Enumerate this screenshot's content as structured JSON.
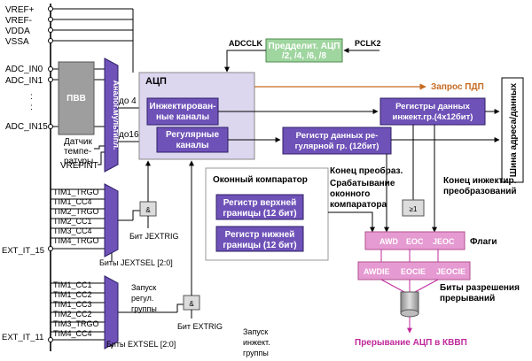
{
  "colors": {
    "purple": "#6f52b8",
    "lavender": "#dcd6ef",
    "green": "#9fd59f",
    "pink": "#e69ad2",
    "magenta": "#c0289b",
    "orange_text": "#c76a20",
    "gray": "#9e9e9e"
  },
  "pins": {
    "vref_plus": "VREF+",
    "vref_minus": "VREF-",
    "vdda": "VDDA",
    "vssa": "VSSA",
    "adc_in0": "ADC_IN0",
    "adc_in1": "ADC_IN1",
    "dots": ":",
    "adc_in15": "ADC_IN15",
    "ext_it_15": "EXT_IT_15",
    "ext_it_11": "EXT_IT_11"
  },
  "blocks": {
    "pvv": "ПВВ",
    "mux_label": "Аналог.мультипл.",
    "sensor_label": [
      "Датчик",
      "темпе-",
      "ратуры"
    ],
    "vrefint": "VREFINT",
    "up_to_4": "до 4",
    "up_to_16": "до16",
    "adc": "АЦП",
    "inj_channels": [
      "Инжектирован-",
      "ные каналы"
    ],
    "reg_channels": [
      "Регулярные",
      "каналы"
    ],
    "adcclk": "ADCCLK",
    "pclk2": "PCLK2",
    "prescaler": [
      "Предделит. АЦП",
      "/2, /4, /6, /8"
    ],
    "dma_request": "Запрос ПДП",
    "inj_data_reg": [
      "Регистры данных",
      "инжект.гр.(4х12бит)"
    ],
    "reg_data_reg": [
      "Регистр данных ре-",
      "гулярной гр. (12бит)"
    ],
    "bus": "Шина адреса/данных",
    "window_comparator": "Оконный компаратор",
    "upper_threshold": [
      "Регистр верхней",
      "границы (12 бит)"
    ],
    "lower_threshold": [
      "Регистр нижней",
      "границы (12 бит)"
    ],
    "end_of_conversion": "Конец преобраз.",
    "watchdog_trigger": [
      "Срабатывание",
      "оконного",
      "компаратора"
    ],
    "end_injected": [
      "Конец инжектир.",
      "преобразований"
    ],
    "flags_title": "Флаги",
    "flags": [
      "AWD",
      "EOC",
      "JEOC"
    ],
    "irq_enable_bits": [
      "AWDIE",
      "EOCIE",
      "JEOCIE"
    ],
    "irq_enable_label": [
      "Биты разрешения",
      "прерываний"
    ],
    "adc_irq": "Прерывание АЦП в КВВП",
    "and_gate": "&",
    "or_gate": "≥1",
    "jextrig_bit": "Бит JEXTRIG",
    "jextsel_bits": "Биты JEXTSEL [2:0]",
    "extrig_bit": "Бит EXTRIG",
    "extsel_bits": "Биты  EXTSEL [2:0]",
    "start_regular": [
      "Запуск",
      "регул.",
      "группы"
    ],
    "start_injected": [
      "Запуск",
      "инжект.",
      "группы"
    ]
  },
  "inj_triggers": [
    "TIM1_TRGO",
    "TIM1_CC4",
    "TIM2_TRGO",
    "TIM2_CC1",
    "TIM3_CC4",
    "TIM4_TRGO"
  ],
  "reg_triggers": [
    "TIM1_CC1",
    "TIM1_CC2",
    "TIM1_CC3",
    "TIM2_CC2",
    "TIM3_TRGO",
    "TIM4_CC4"
  ]
}
